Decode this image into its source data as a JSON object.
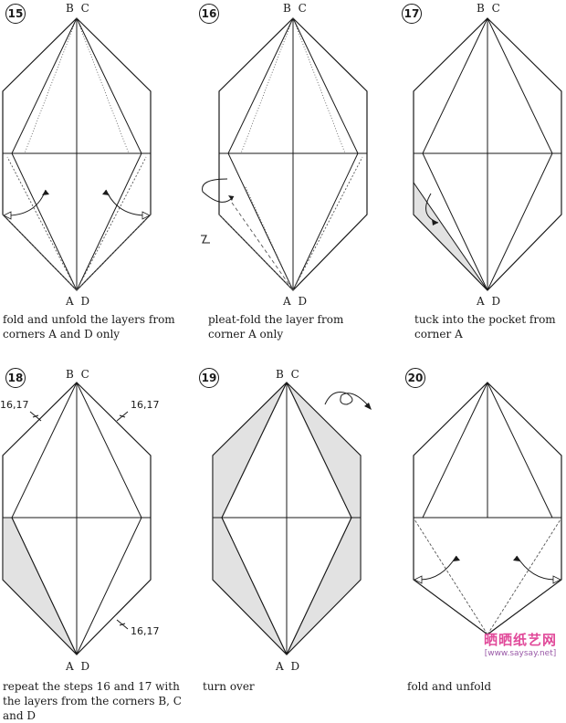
{
  "steps": [
    {
      "number": "15",
      "top_label": "B C",
      "bottom_label": "A D",
      "caption": "fold and unfold the layers from\ncorners A and D only"
    },
    {
      "number": "16",
      "top_label": "B C",
      "bottom_label": "A D",
      "caption": "pleat-fold the layer from\ncorner A only"
    },
    {
      "number": "17",
      "top_label": "B C",
      "bottom_label": "A D",
      "caption": "tuck into the pocket from\ncorner A"
    },
    {
      "number": "18",
      "top_label": "B C",
      "bottom_label": "A D",
      "caption": "repeat the steps 16 and 17 with\nthe layers from the corners B, C\nand D",
      "refs": [
        "16,17",
        "16,17",
        "16,17"
      ]
    },
    {
      "number": "19",
      "top_label": "B C",
      "bottom_label": "A D",
      "caption": "turn over"
    },
    {
      "number": "20",
      "top_label": "",
      "bottom_label": "",
      "caption": "fold and unfold"
    }
  ],
  "watermark": {
    "title": "晒晒纸艺网",
    "url": "[www.saysay.net]"
  },
  "colors": {
    "line": "#1a1a1a",
    "shade": "#e2e2e2",
    "watermark": "#e14a9a"
  }
}
